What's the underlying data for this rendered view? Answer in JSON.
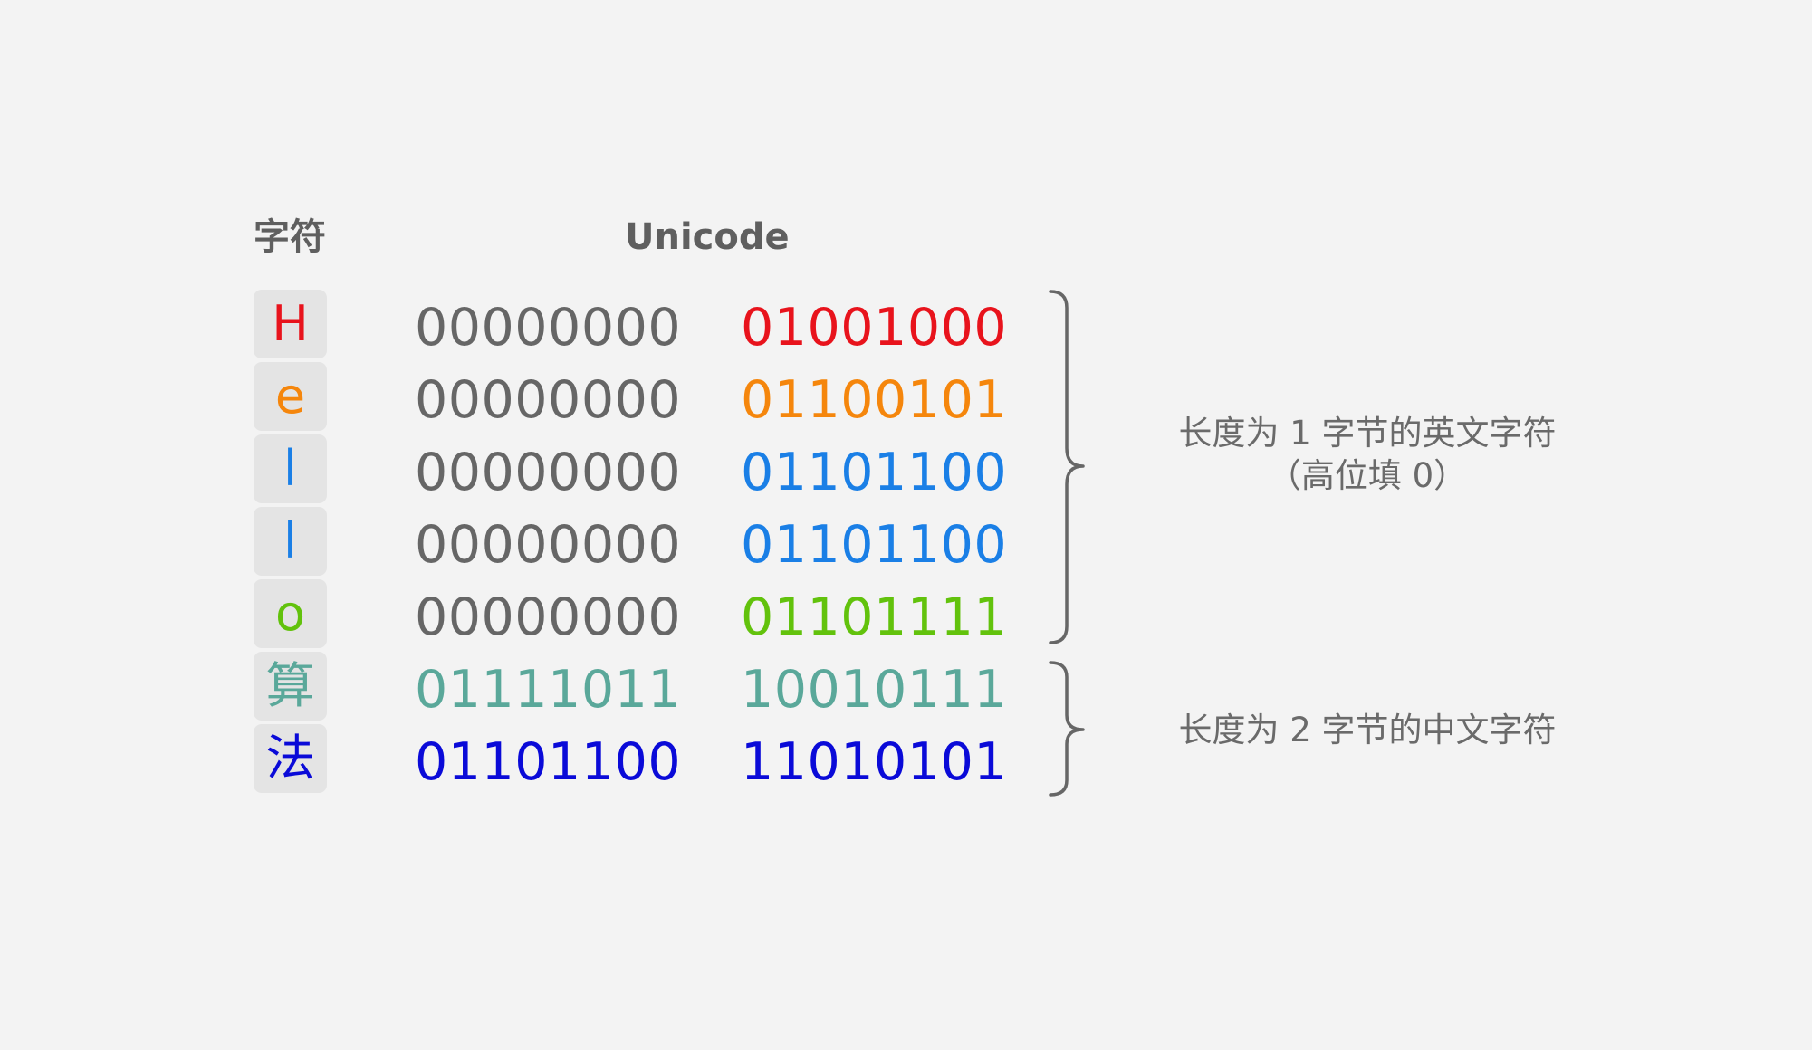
{
  "headers": {
    "char": "字符",
    "unicode": "Unicode"
  },
  "rows": [
    {
      "char": "H",
      "high": "00000000",
      "low": "01001000",
      "char_color": "#e8131c",
      "high_color": "#666666",
      "low_color": "#e8131c"
    },
    {
      "char": "e",
      "high": "00000000",
      "low": "01100101",
      "char_color": "#f5860c",
      "high_color": "#666666",
      "low_color": "#f5860c"
    },
    {
      "char": "l",
      "high": "00000000",
      "low": "01101100",
      "char_color": "#1a7fe6",
      "high_color": "#666666",
      "low_color": "#1a7fe6"
    },
    {
      "char": "l",
      "high": "00000000",
      "low": "01101100",
      "char_color": "#1a7fe6",
      "high_color": "#666666",
      "low_color": "#1a7fe6"
    },
    {
      "char": "o",
      "high": "00000000",
      "low": "01101111",
      "char_color": "#62c20c",
      "high_color": "#666666",
      "low_color": "#62c20c"
    },
    {
      "char": "算",
      "high": "01111011",
      "low": "10010111",
      "char_color": "#5aa89a",
      "high_color": "#5aa89a",
      "low_color": "#5aa89a"
    },
    {
      "char": "法",
      "high": "01101100",
      "low": "11010101",
      "char_color": "#0a0ad8",
      "high_color": "#0a0ad8",
      "low_color": "#0a0ad8"
    }
  ],
  "annotations": {
    "english_line1": "长度为 1 字节的英文字符",
    "english_line2": "（高位填 0）",
    "chinese": "长度为 2 字节的中文字符"
  },
  "brace_color": "#666666"
}
